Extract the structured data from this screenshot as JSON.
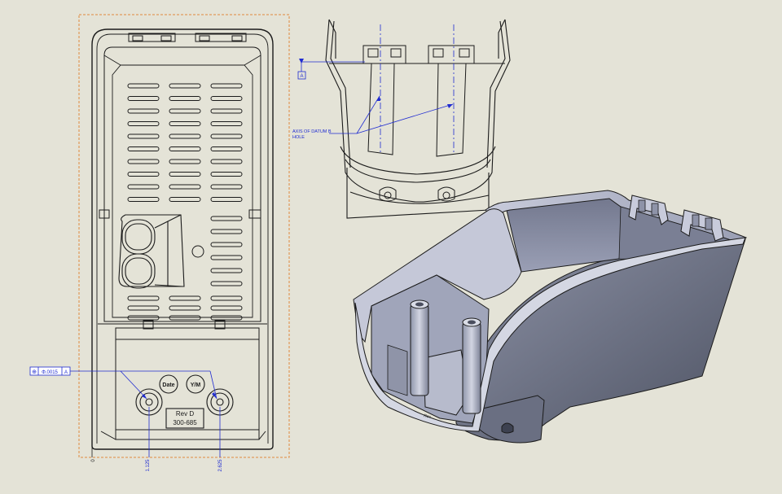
{
  "colors": {
    "background": "#e4e3d7",
    "line": "#1b1b1b",
    "annotation": "#1f2bd1",
    "view_border": "#e08a3c",
    "model_dark": "#5b6070",
    "model_light": "#a8adc2"
  },
  "front_view": {
    "label_rev": "Rev D",
    "label_part_no": "300-685",
    "stamp_date": "Date",
    "stamp_ym": "Y/M",
    "tolerance_frame": {
      "symbol": "⊕",
      "text": "Φ.0015",
      "datum": "A"
    },
    "dim_left": "1.125",
    "dim_right": "2.625",
    "dim_origin": "0"
  },
  "side_view": {
    "datum_label": "A",
    "axis_note_line1": "AXIS OF DATUM B",
    "axis_note_line2": "HOLE"
  },
  "iso_view": {
    "stamp_text": "Rev"
  }
}
